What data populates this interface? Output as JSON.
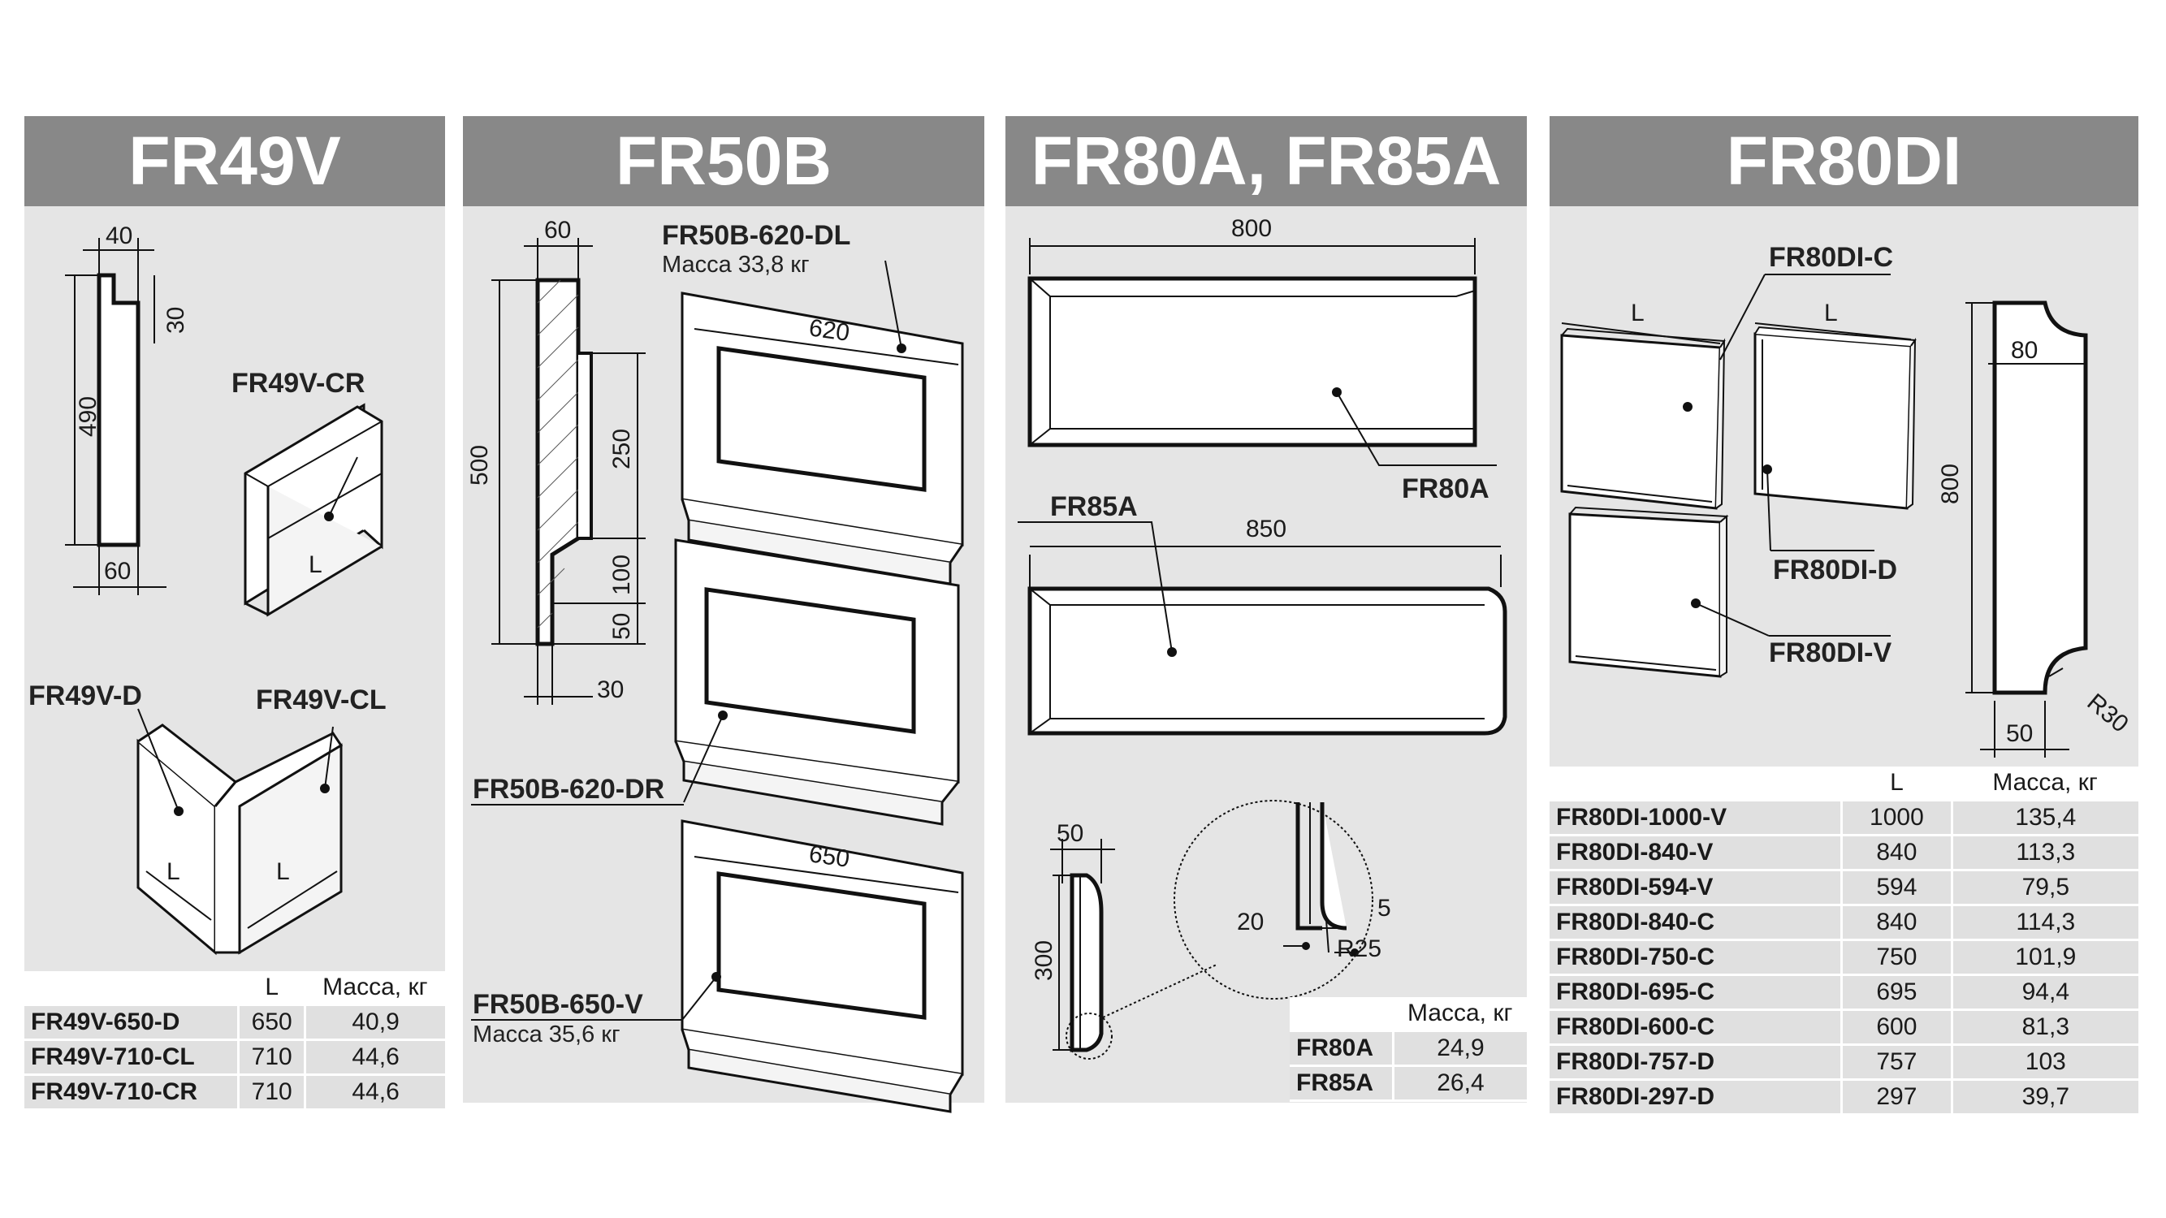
{
  "panels": {
    "fr49v": {
      "title": "FR49V",
      "dims": {
        "top": "40",
        "side": "30",
        "height": "490",
        "bottom": "60"
      },
      "labels": {
        "cr": "FR49V-CR",
        "d": "FR49V-D",
        "cl": "FR49V-CL",
        "l": "L"
      },
      "table": {
        "headers": [
          "",
          "L",
          "Масса, кг"
        ],
        "rows": [
          [
            "FR49V-650-D",
            "650",
            "40,9"
          ],
          [
            "FR49V-710-CL",
            "710",
            "44,6"
          ],
          [
            "FR49V-710-CR",
            "710",
            "44,6"
          ]
        ]
      }
    },
    "fr50b": {
      "title": "FR50B",
      "dims": {
        "top": "60",
        "height": "500",
        "mid": "250",
        "low": "100",
        "base": "50",
        "foot": "30",
        "w620": "620",
        "w650": "650"
      },
      "labels": {
        "dl": "FR50B-620-DL",
        "dl_mass": "Масса 33,8 кг",
        "dr": "FR50B-620-DR",
        "v": "FR50B-650-V",
        "v_mass": "Масса 35,6 кг"
      }
    },
    "fr80a": {
      "title": "FR80A, FR85A",
      "dims": {
        "w800": "800",
        "w850": "850",
        "d50": "50",
        "h300": "300",
        "d20": "20",
        "d5": "5",
        "r25": "R25"
      },
      "labels": {
        "a": "FR80A",
        "b": "FR85A"
      },
      "table": {
        "headers": [
          "",
          "Масса, кг"
        ],
        "rows": [
          [
            "FR80A",
            "24,9"
          ],
          [
            "FR85A",
            "26,4"
          ]
        ]
      }
    },
    "fr80di": {
      "title": "FR80DI",
      "dims": {
        "l": "L",
        "d80": "80",
        "h800": "800",
        "d50": "50",
        "r30": "R30"
      },
      "labels": {
        "c": "FR80DI-C",
        "d": "FR80DI-D",
        "v": "FR80DI-V"
      },
      "table": {
        "headers": [
          "",
          "L",
          "Масса, кг"
        ],
        "rows": [
          [
            "FR80DI-1000-V",
            "1000",
            "135,4"
          ],
          [
            "FR80DI-840-V",
            "840",
            "113,3"
          ],
          [
            "FR80DI-594-V",
            "594",
            "79,5"
          ],
          [
            "FR80DI-840-C",
            "840",
            "114,3"
          ],
          [
            "FR80DI-750-C",
            "750",
            "101,9"
          ],
          [
            "FR80DI-695-C",
            "695",
            "94,4"
          ],
          [
            "FR80DI-600-C",
            "600",
            "81,3"
          ],
          [
            "FR80DI-757-D",
            "757",
            "103"
          ],
          [
            "FR80DI-297-D",
            "297",
            "39,7"
          ]
        ]
      }
    }
  }
}
